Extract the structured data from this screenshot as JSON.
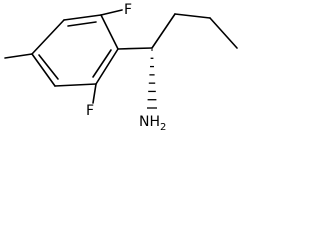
{
  "molecule": {
    "atoms": {
      "f_top": "F",
      "f_bottom": "F",
      "amine": "NH",
      "amine_subscript": "2"
    },
    "colors": {
      "bond": "#000000",
      "text": "#000000",
      "background": "#ffffff"
    },
    "stereo": {
      "amine_bond": "hashed-wedge"
    }
  }
}
